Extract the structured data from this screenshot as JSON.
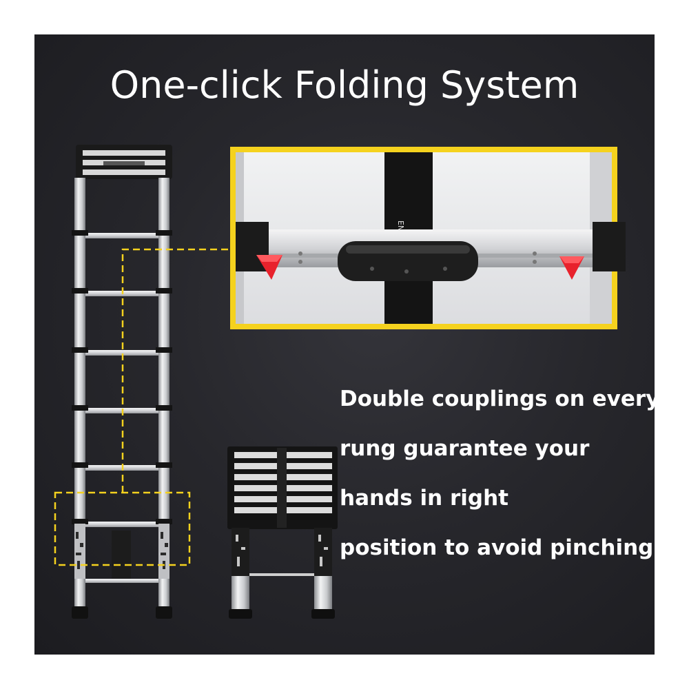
{
  "title": "One-click Folding System",
  "caption_lines": [
    "Double couplings on every",
    "rung guarantee your",
    "hands in right",
    "position to avoid pinching"
  ],
  "colors": {
    "background": "#27272c",
    "highlight": "#f5d21e",
    "button": "#e8222c",
    "aluminum": "#d9dadc",
    "text": "#ffffff"
  },
  "icons": [
    "extended-ladder-image",
    "folded-ladder-image",
    "coupling-closeup-image",
    "release-button-icon"
  ]
}
